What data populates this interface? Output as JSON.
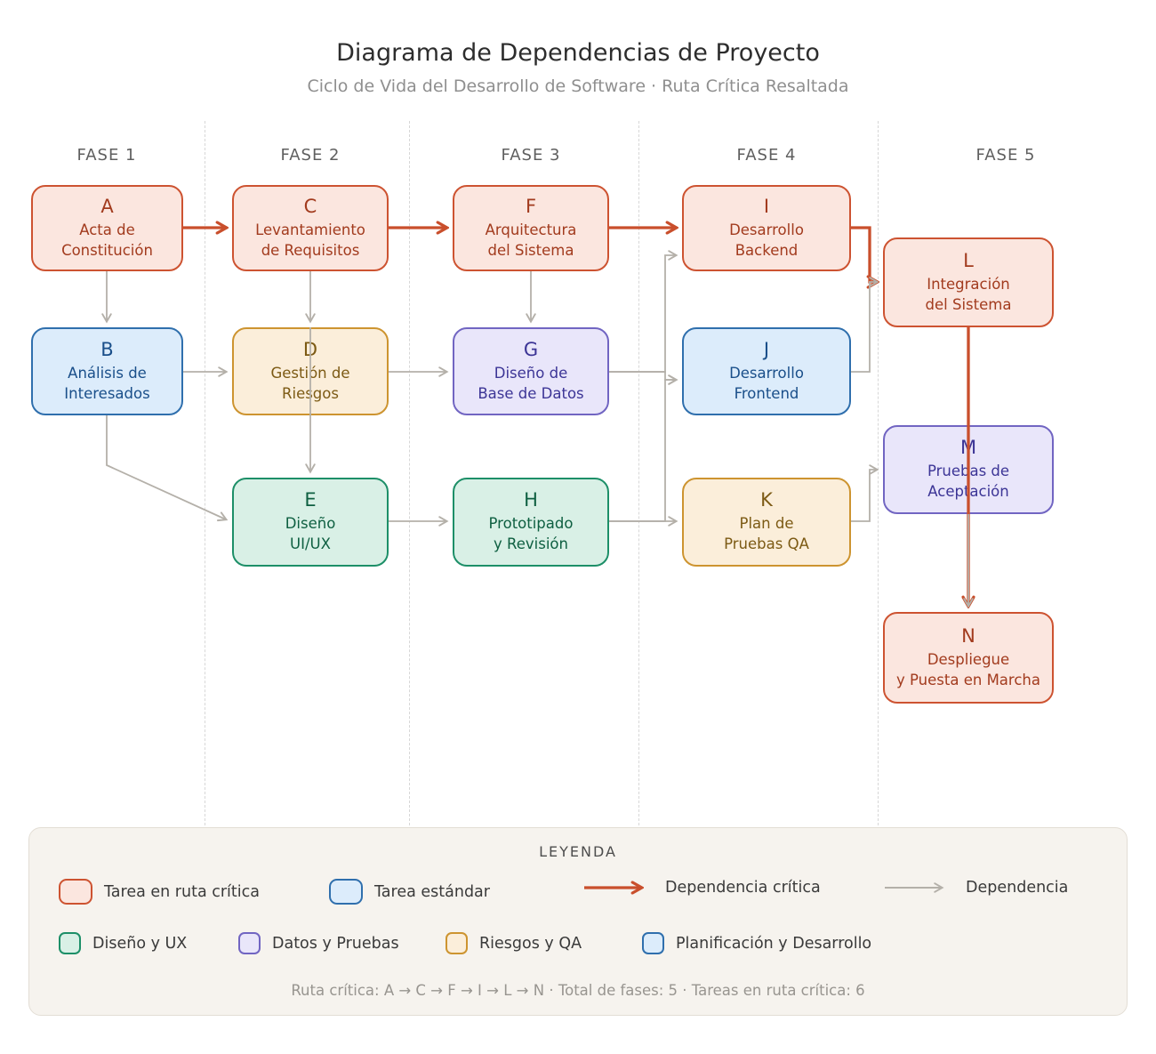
{
  "title": "Diagrama de Dependencias de Proyecto",
  "subtitle": "Ciclo de Vida del Desarrollo de Software · Ruta Crítica Resaltada",
  "phases": [
    "FASE 1",
    "FASE 2",
    "FASE 3",
    "FASE 4",
    "FASE 5"
  ],
  "styles": {
    "critical": {
      "fill": "#fbe6df",
      "border": "#cd5331",
      "text": "#a23b1e"
    },
    "planning": {
      "fill": "#dcecfb",
      "border": "#2f6fad",
      "text": "#1a4f8a"
    },
    "design": {
      "fill": "#d9f0e6",
      "border": "#1d8f68",
      "text": "#0e5f41"
    },
    "data": {
      "fill": "#e9e6fa",
      "border": "#7165c2",
      "text": "#3c3596"
    },
    "risk": {
      "fill": "#fbeeda",
      "border": "#cd9430",
      "text": "#7c5a14"
    }
  },
  "edge_colors": {
    "critical": "#c94f2c",
    "standard": "#b4b0a9"
  },
  "nodes": [
    {
      "id": "A",
      "phase": 1,
      "category": "critical",
      "lines": [
        "Acta de",
        "Constitución"
      ]
    },
    {
      "id": "B",
      "phase": 1,
      "category": "planning",
      "lines": [
        "Análisis de",
        "Interesados"
      ]
    },
    {
      "id": "C",
      "phase": 2,
      "category": "critical",
      "lines": [
        "Levantamiento",
        "de Requisitos"
      ]
    },
    {
      "id": "D",
      "phase": 2,
      "category": "risk",
      "lines": [
        "Gestión de",
        "Riesgos"
      ]
    },
    {
      "id": "E",
      "phase": 2,
      "category": "design",
      "lines": [
        "Diseño",
        "UI/UX"
      ]
    },
    {
      "id": "F",
      "phase": 3,
      "category": "critical",
      "lines": [
        "Arquitectura",
        "del Sistema"
      ]
    },
    {
      "id": "G",
      "phase": 3,
      "category": "data",
      "lines": [
        "Diseño de",
        "Base de Datos"
      ]
    },
    {
      "id": "H",
      "phase": 3,
      "category": "design",
      "lines": [
        "Prototipado",
        "y Revisión"
      ]
    },
    {
      "id": "I",
      "phase": 4,
      "category": "critical",
      "lines": [
        "Desarrollo",
        "Backend"
      ]
    },
    {
      "id": "J",
      "phase": 4,
      "category": "planning",
      "lines": [
        "Desarrollo",
        "Frontend"
      ]
    },
    {
      "id": "K",
      "phase": 4,
      "category": "risk",
      "lines": [
        "Plan de",
        "Pruebas QA"
      ]
    },
    {
      "id": "L",
      "phase": 5,
      "category": "critical",
      "lines": [
        "Integración",
        "del Sistema"
      ]
    },
    {
      "id": "M",
      "phase": 5,
      "category": "data",
      "lines": [
        "Pruebas de",
        "Aceptación"
      ]
    },
    {
      "id": "N",
      "phase": 5,
      "category": "critical",
      "lines": [
        "Despliegue",
        "y Puesta en Marcha"
      ]
    }
  ],
  "edges": [
    {
      "from": "A",
      "to": "B",
      "type": "standard"
    },
    {
      "from": "A",
      "to": "C",
      "type": "critical"
    },
    {
      "from": "B",
      "to": "D",
      "type": "standard"
    },
    {
      "from": "B",
      "to": "E",
      "type": "standard"
    },
    {
      "from": "C",
      "to": "D",
      "type": "standard"
    },
    {
      "from": "C",
      "to": "F",
      "type": "critical"
    },
    {
      "from": "D",
      "to": "E",
      "type": "standard"
    },
    {
      "from": "D",
      "to": "G",
      "type": "standard"
    },
    {
      "from": "E",
      "to": "H",
      "type": "standard"
    },
    {
      "from": "F",
      "to": "G",
      "type": "standard"
    },
    {
      "from": "F",
      "to": "I",
      "type": "critical"
    },
    {
      "from": "G",
      "to": "I",
      "type": "standard"
    },
    {
      "from": "G",
      "to": "J",
      "type": "standard"
    },
    {
      "from": "H",
      "to": "J",
      "type": "standard"
    },
    {
      "from": "H",
      "to": "K",
      "type": "standard"
    },
    {
      "from": "I",
      "to": "L",
      "type": "critical"
    },
    {
      "from": "J",
      "to": "L",
      "type": "standard"
    },
    {
      "from": "K",
      "to": "M",
      "type": "standard"
    },
    {
      "from": "L",
      "to": "N",
      "type": "critical"
    },
    {
      "from": "M",
      "to": "N",
      "type": "standard"
    }
  ],
  "legend": {
    "title": "LEYENDA",
    "row1": [
      {
        "kind": "swatch",
        "category": "critical",
        "label": "Tarea en ruta crítica"
      },
      {
        "kind": "swatch",
        "category": "planning",
        "label": "Tarea estándar"
      },
      {
        "kind": "arrow",
        "type": "critical",
        "label": "Dependencia crítica"
      },
      {
        "kind": "arrow",
        "type": "standard",
        "label": "Dependencia"
      }
    ],
    "row2": [
      {
        "kind": "swatch",
        "category": "design",
        "label": "Diseño y UX"
      },
      {
        "kind": "swatch",
        "category": "data",
        "label": "Datos y Pruebas"
      },
      {
        "kind": "swatch",
        "category": "risk",
        "label": "Riesgos y QA"
      },
      {
        "kind": "swatch",
        "category": "planning",
        "label": "Planificación y Desarrollo"
      }
    ],
    "footer": "Ruta crítica: A → C → F → I → L → N · Total de fases: 5 · Tareas en ruta crítica: 6"
  }
}
